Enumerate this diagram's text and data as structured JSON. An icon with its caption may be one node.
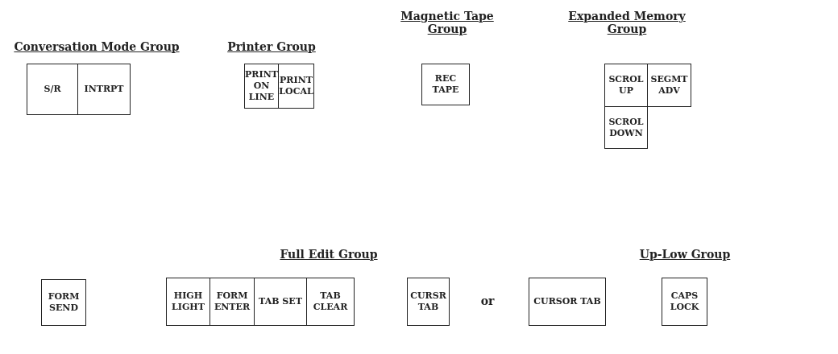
{
  "diagram": {
    "nodes": [
      {
        "text": [
          "S/R"
        ]
      },
      {
        "text": [
          "INTRPT"
        ]
      },
      {
        "text": [
          "PRINT ON LINE"
        ]
      },
      {
        "text": [
          "PRINT LOCAL"
        ]
      },
      {
        "text": [
          "REC TAPE"
        ]
      },
      {
        "text": [
          "SCROL UP"
        ]
      },
      {
        "text": [
          "SEGMT ADV"
        ]
      },
      {
        "text": [
          "SCROL DOWN"
        ]
      },
      {
        "text": [
          "FORM SEND"
        ]
      },
      {
        "text": [
          "HIGH LIGHT"
        ]
      },
      {
        "text": [
          "FORM ENTER"
        ]
      },
      {
        "text": [
          "TAB SET"
        ]
      },
      {
        "text": [
          "TAB CLEAR"
        ]
      },
      {
        "text": [
          "CURSR TAB"
        ]
      },
      {
        "text": [
          "CURSOR TAB"
        ]
      },
      {
        "text": [
          "CAPS LOCK"
        ]
      }
    ],
    "labels": [
      "Conversation Mode Group",
      "Printer Group",
      "Magnetic Tape Group",
      "Expanded Memory Group",
      "Full Edit Group",
      "Up-Low Group",
      "or"
    ]
  }
}
